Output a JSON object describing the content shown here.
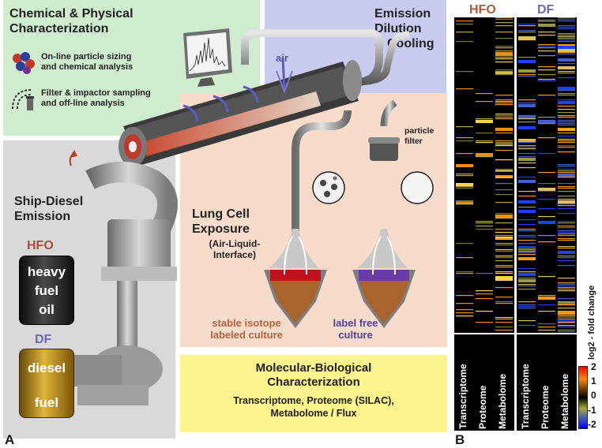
{
  "panel_a": {
    "label": "A",
    "chem_title": "Chemical & Physical\nCharacterization",
    "chem_online": "On-line particle sizing\nand chemical analysis",
    "chem_offline": "Filter & impactor sampling\nand off-line analysis",
    "emission_title": "Emission\nDilution\n& Cooling",
    "air_label": "air",
    "particle_filter": "particle\nfilter",
    "ship_title": "Ship-Diesel\nEmission",
    "hfo_label": "HFO",
    "hfo_barrel": [
      "heavy",
      "fuel",
      "oil"
    ],
    "df_label": "DF",
    "df_barrel": [
      "diesel",
      "fuel"
    ],
    "lung_title": "Lung Cell\nExposure",
    "lung_sub": "(Air-Liquid-\nInterface)",
    "isotope_label": "stable isotope\nlabeled culture",
    "labelfree_label": "label free\nculture",
    "mol_title": "Molecular-Biological\nCharacterization",
    "mol_sub": "Transcriptome, Proteome (SILAC),\nMetabolome / Flux",
    "colors": {
      "chem_bg": "#cfeccf",
      "emission_bg": "#c9ccef",
      "ship_bg": "#d9d9d9",
      "lung_bg": "#f8dccb",
      "mol_bg": "#fbf38c",
      "hfo_color": "#a0523c",
      "df_color": "#6a6ab0",
      "isotope_color": "#b1633f",
      "labelfree_color": "#4f3f9a"
    }
  },
  "panel_b": {
    "label": "B",
    "groups": [
      {
        "name": "HFO",
        "color": "#b05a3c",
        "columns": [
          "Transcriptome",
          "Proteome",
          "Metabolome"
        ]
      },
      {
        "name": "DF",
        "color": "#6a6ab0",
        "columns": [
          "Transcriptome",
          "Proteome",
          "Metabolome"
        ]
      }
    ],
    "colorbar_label": "log2 - fold change",
    "colorbar_ticks": [
      "2",
      "1",
      "0",
      "-1",
      "-2"
    ]
  }
}
